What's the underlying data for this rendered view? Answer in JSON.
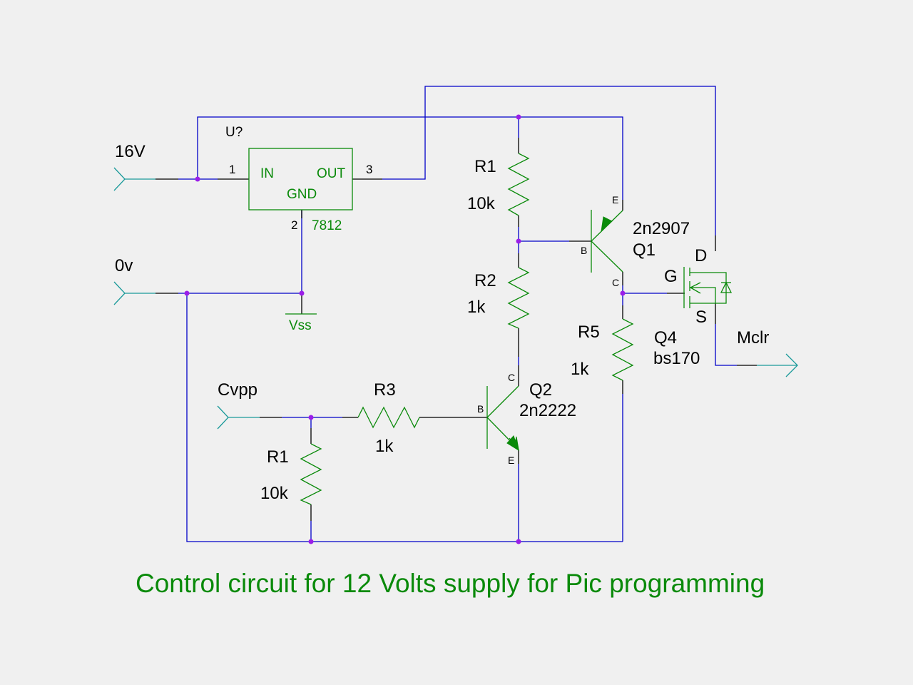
{
  "title": "Control circuit for 12 Volts supply for Pic programming",
  "ports": {
    "v16": "16V",
    "gnd": "0v",
    "cvpp": "Cvpp",
    "mclr": "Mclr"
  },
  "regulator": {
    "ref": "U?",
    "part": "7812",
    "pin_in_label": "IN",
    "pin_out_label": "OUT",
    "pin_gnd_label": "GND",
    "pin1": "1",
    "pin2": "2",
    "pin3": "3",
    "ground_label": "Vss"
  },
  "r1_top": {
    "ref": "R1",
    "value": "10k"
  },
  "r2": {
    "ref": "R2",
    "value": "1k"
  },
  "r3": {
    "ref": "R3",
    "value": "1k"
  },
  "r1_bottom": {
    "ref": "R1",
    "value": "10k"
  },
  "r5": {
    "ref": "R5",
    "value": "1k"
  },
  "q1": {
    "ref": "Q1",
    "part": "2n2907",
    "pin_e": "E",
    "pin_b": "B",
    "pin_c": "C"
  },
  "q2": {
    "ref": "Q2",
    "part": "2n2222",
    "pin_e": "E",
    "pin_b": "B",
    "pin_c": "C"
  },
  "q4": {
    "ref": "Q4",
    "part": "bs170",
    "pin_d": "D",
    "pin_g": "G",
    "pin_s": "S"
  }
}
